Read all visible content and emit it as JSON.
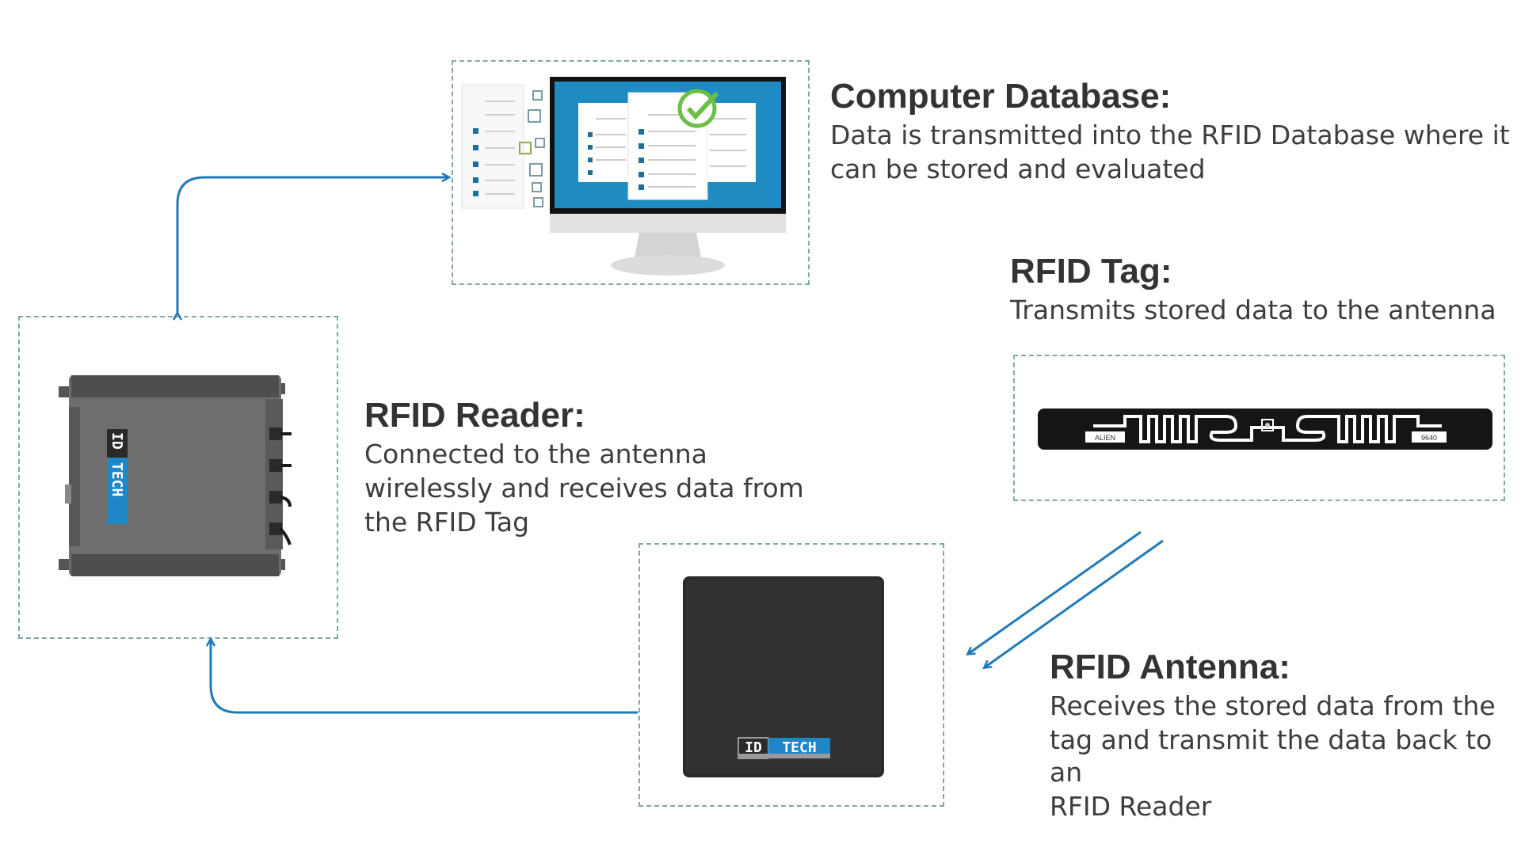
{
  "colors": {
    "arrow": "#1f7ab8",
    "box_border": "#7fa8a8",
    "title": "#333333",
    "text": "#3d3d3d",
    "screen": "#1e8bc3",
    "logo_blue": "#1f86c8"
  },
  "icons": {
    "database": "monitor-checklist-icon",
    "reader": "rfid-reader-device-icon",
    "tag": "rfid-tag-inlay-icon",
    "antenna": "rfid-antenna-panel-icon"
  },
  "database": {
    "title": "Computer Database:",
    "line1": "Data is transmitted into the RFID Database where it",
    "line2": "can be stored and evaluated"
  },
  "tag": {
    "title": "RFID Tag:",
    "line1": "Transmits stored data to the antenna",
    "left_label": "ALIEN",
    "right_label": "9640"
  },
  "reader": {
    "title": "RFID Reader:",
    "line1": "Connected to the antenna",
    "line2": "wirelessly and receives data from",
    "line3": "the RFID Tag"
  },
  "antenna": {
    "title": "RFID Antenna:",
    "line1": "Receives the stored data from the",
    "line2": "tag and transmit the data back to an",
    "line3": "RFID Reader"
  },
  "logo": {
    "part1": "ID",
    "part2": "TECH"
  }
}
